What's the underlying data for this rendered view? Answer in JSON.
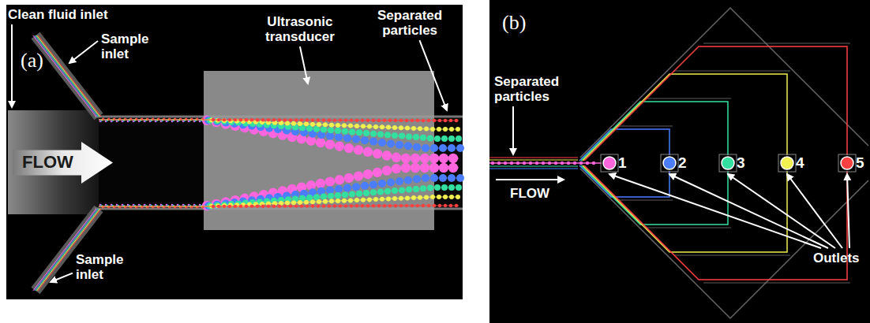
{
  "diagram": {
    "nodes": [
      {
        "text": [
          "FLOW"
        ]
      }
    ],
    "labels": [
      "(a)",
      "Clean fluid inlet",
      "Sample inlet",
      "Ultrasonic transducer",
      "Separated particles",
      "Sample inlet",
      "(b)",
      "Separated particles",
      "FLOW",
      "1",
      "2",
      "3",
      "4",
      "5",
      "Outlets"
    ]
  }
}
